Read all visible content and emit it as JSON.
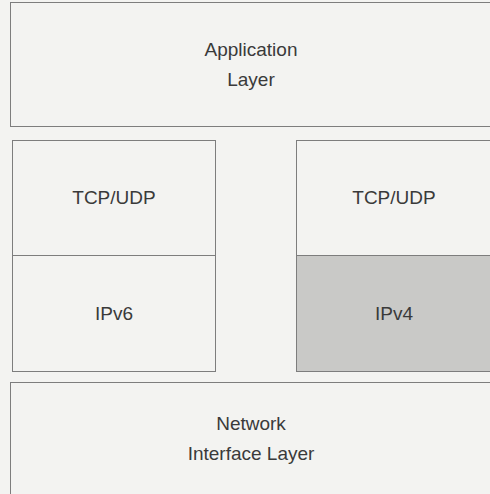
{
  "diagram": {
    "nodes": [
      {
        "text": [
          "Application Layer"
        ]
      },
      {
        "text": [
          "TCP/UDP"
        ]
      },
      {
        "text": [
          "TCP/UDP"
        ]
      },
      {
        "text": [
          "IPv6"
        ]
      },
      {
        "text": [
          "IPv4"
        ]
      },
      {
        "text": [
          "Network Interface Layer"
        ]
      }
    ]
  }
}
